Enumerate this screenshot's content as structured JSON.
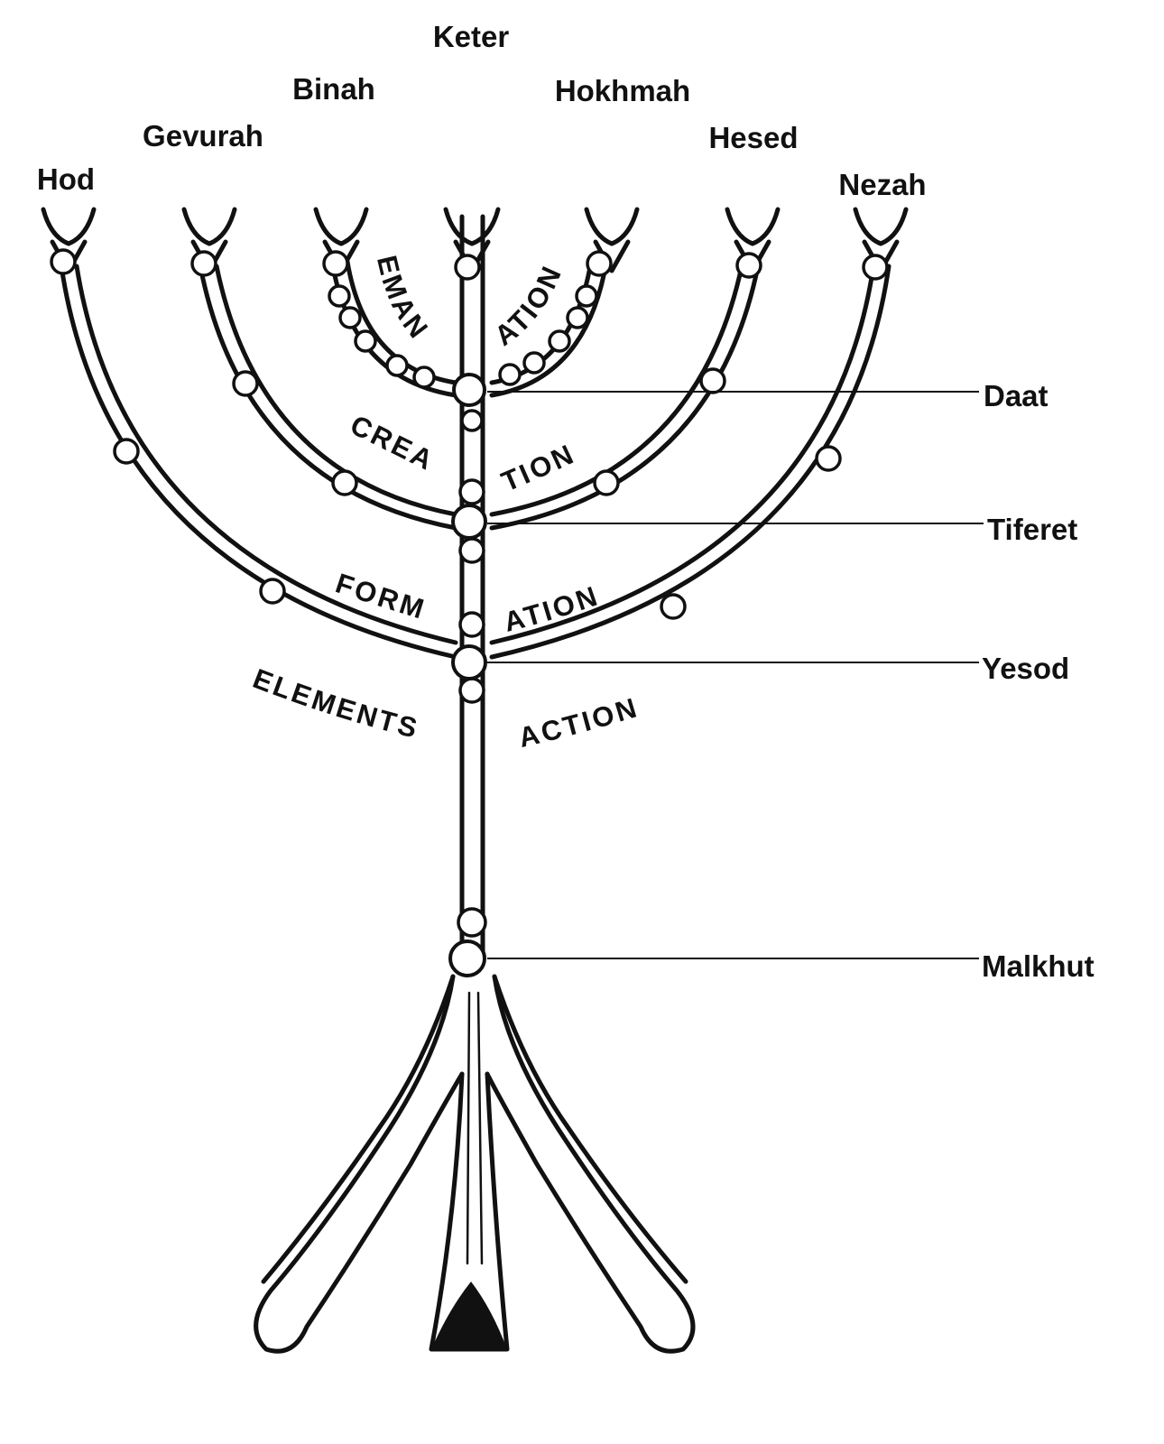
{
  "top_labels": {
    "keter": "Keter",
    "binah": "Binah",
    "hokhmah": "Hokhmah",
    "gevurah": "Gevurah",
    "hesed": "Hesed",
    "hod": "Hod",
    "nezah": "Nezah"
  },
  "side_labels": {
    "daat": "Daat",
    "tiferet": "Tiferet",
    "yesod": "Yesod",
    "malkhut": "Malkhut"
  },
  "worlds": {
    "emanation_left": "EMAN",
    "emanation_right": "ATION",
    "creation_left": "CREA",
    "creation_right": "TION",
    "formation_left": "FORM",
    "formation_right": "ATION",
    "action_left": "ELEMENTS",
    "action_right": "ACTION"
  },
  "colors": {
    "ink": "#111111",
    "paper": "#ffffff"
  }
}
